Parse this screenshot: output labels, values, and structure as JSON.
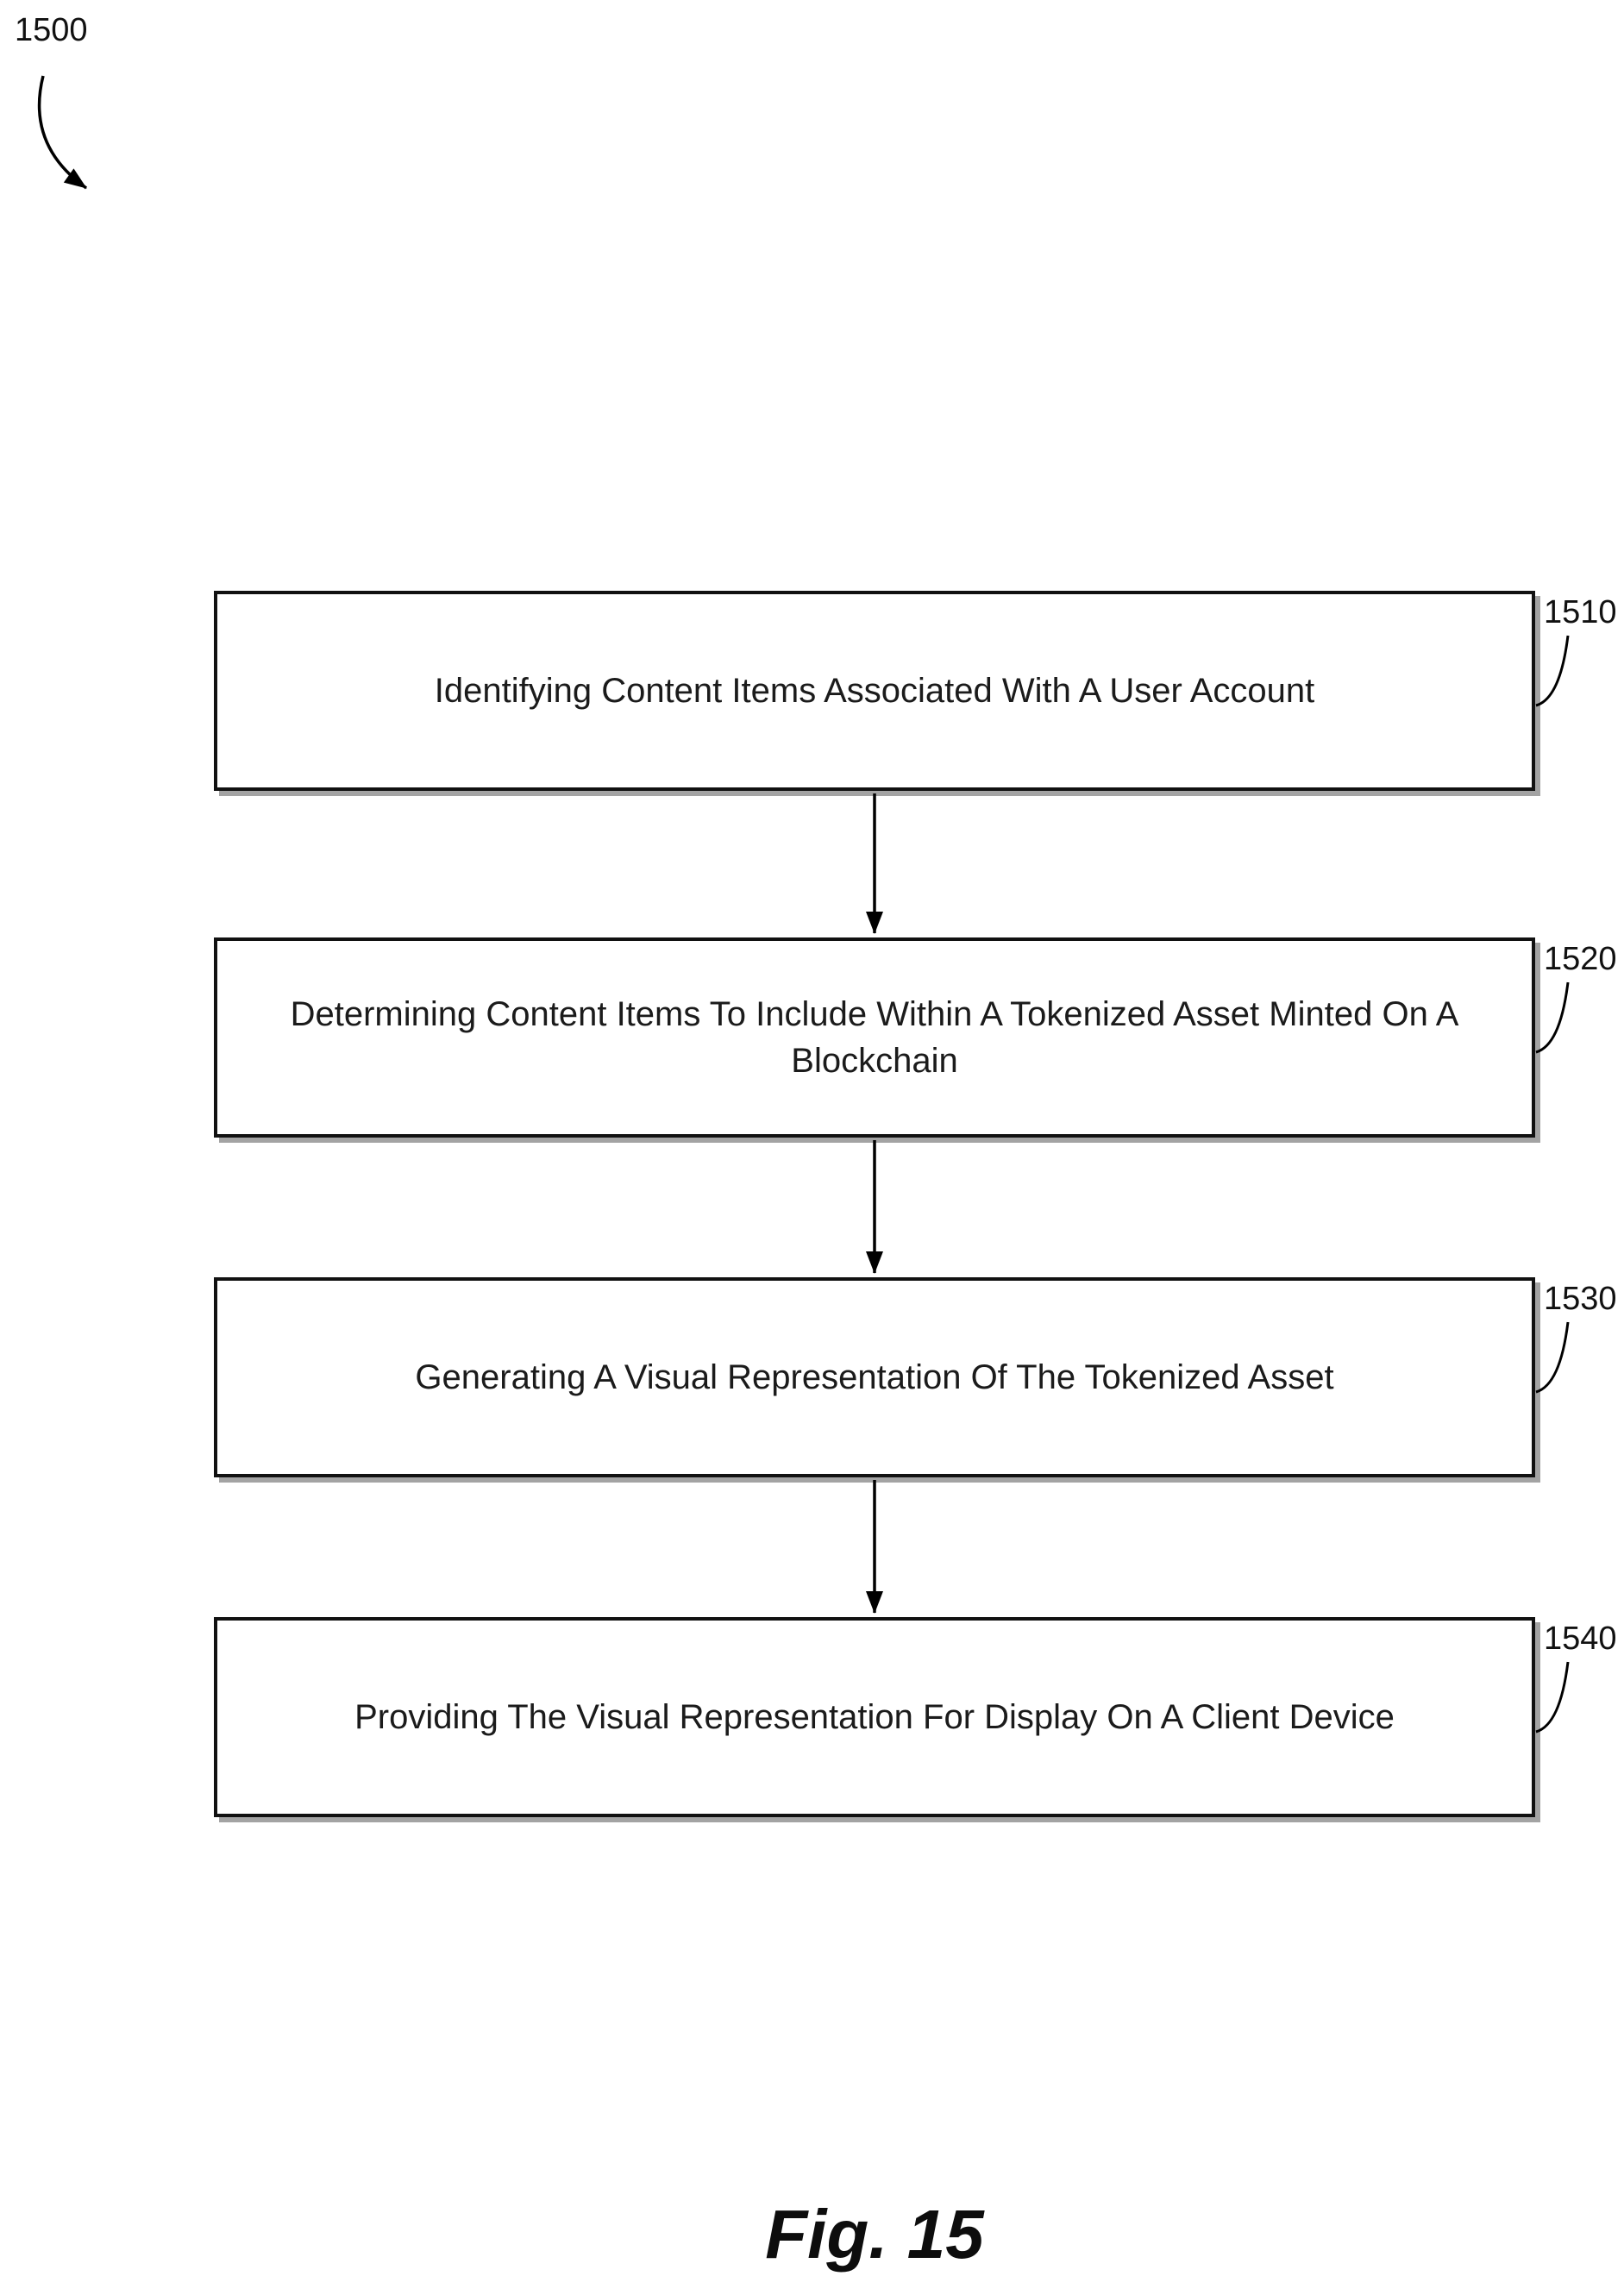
{
  "figure": {
    "id": "1500",
    "caption": "Fig. 15"
  },
  "steps": [
    {
      "ref": "1510",
      "label": "Identifying Content Items Associated With A User Account"
    },
    {
      "ref": "1520",
      "label": "Determining Content Items To Include Within A Tokenized Asset Minted On A Blockchain"
    },
    {
      "ref": "1530",
      "label": "Generating A Visual Representation Of The Tokenized Asset"
    },
    {
      "ref": "1540",
      "label": "Providing The Visual Representation For Display On A Client Device"
    }
  ],
  "colors": {
    "line": "#000000",
    "box_border": "#111111",
    "shadow": "#a3a3a3"
  }
}
